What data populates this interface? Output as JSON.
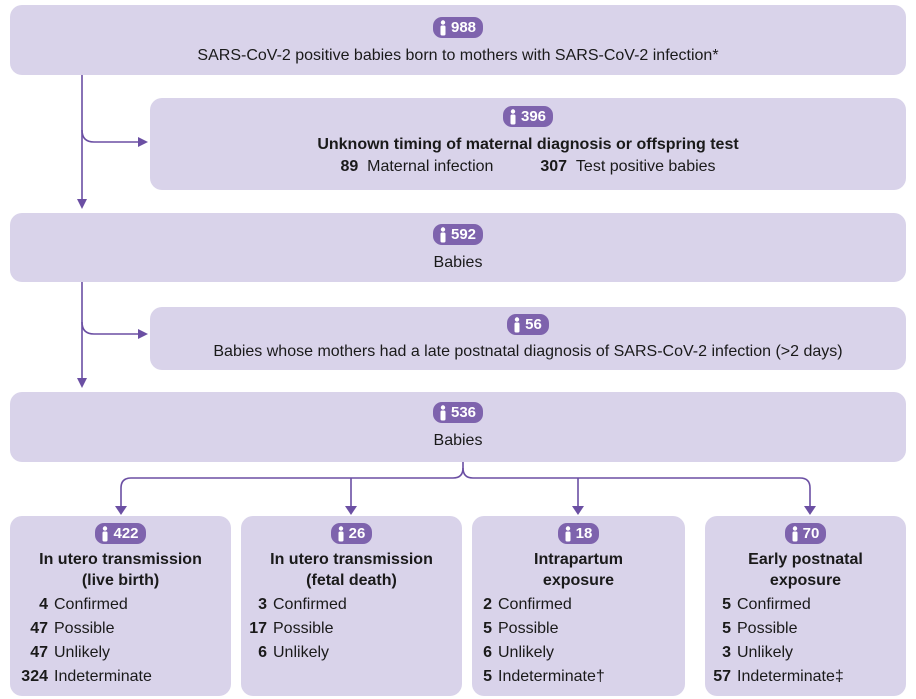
{
  "top": {
    "count": "988",
    "label": "SARS-CoV-2 positive babies born to mothers with SARS-CoV-2 infection*"
  },
  "excl1": {
    "count": "396",
    "title": "Unknown timing of maternal diagnosis or offspring test",
    "items": [
      {
        "n": "89",
        "label": "Maternal infection"
      },
      {
        "n": "307",
        "label": "Test positive babies"
      }
    ]
  },
  "mid1": {
    "count": "592",
    "label": "Babies"
  },
  "excl2": {
    "count": "56",
    "label": "Babies whose mothers had a late postnatal diagnosis of SARS-CoV-2 infection (>2 days)"
  },
  "mid2": {
    "count": "536",
    "label": "Babies"
  },
  "columns": [
    {
      "count": "422",
      "title1": "In utero transmission",
      "title2": "(live birth)",
      "rows": [
        {
          "n": "4",
          "label": "Confirmed"
        },
        {
          "n": "47",
          "label": "Possible"
        },
        {
          "n": "47",
          "label": "Unlikely"
        },
        {
          "n": "324",
          "label": "Indeterminate"
        }
      ]
    },
    {
      "count": "26",
      "title1": "In utero transmission",
      "title2": "(fetal death)",
      "rows": [
        {
          "n": "3",
          "label": "Confirmed"
        },
        {
          "n": "17",
          "label": "Possible"
        },
        {
          "n": "6",
          "label": "Unlikely"
        }
      ]
    },
    {
      "count": "18",
      "title1": "Intrapartum",
      "title2": "exposure",
      "rows": [
        {
          "n": "2",
          "label": "Confirmed"
        },
        {
          "n": "5",
          "label": "Possible"
        },
        {
          "n": "6",
          "label": "Unlikely"
        },
        {
          "n": "5",
          "label": "Indeterminate†"
        }
      ]
    },
    {
      "count": "70",
      "title1": "Early postnatal",
      "title2": "exposure",
      "rows": [
        {
          "n": "5",
          "label": "Confirmed"
        },
        {
          "n": "5",
          "label": "Possible"
        },
        {
          "n": "3",
          "label": "Unlikely"
        },
        {
          "n": "57",
          "label": "Indeterminate‡"
        }
      ]
    }
  ],
  "colors": {
    "box": "#d9d3ea",
    "badge": "#7e63ad",
    "arrow": "#6b4fa3"
  },
  "icons": {
    "badge": "person-icon"
  }
}
